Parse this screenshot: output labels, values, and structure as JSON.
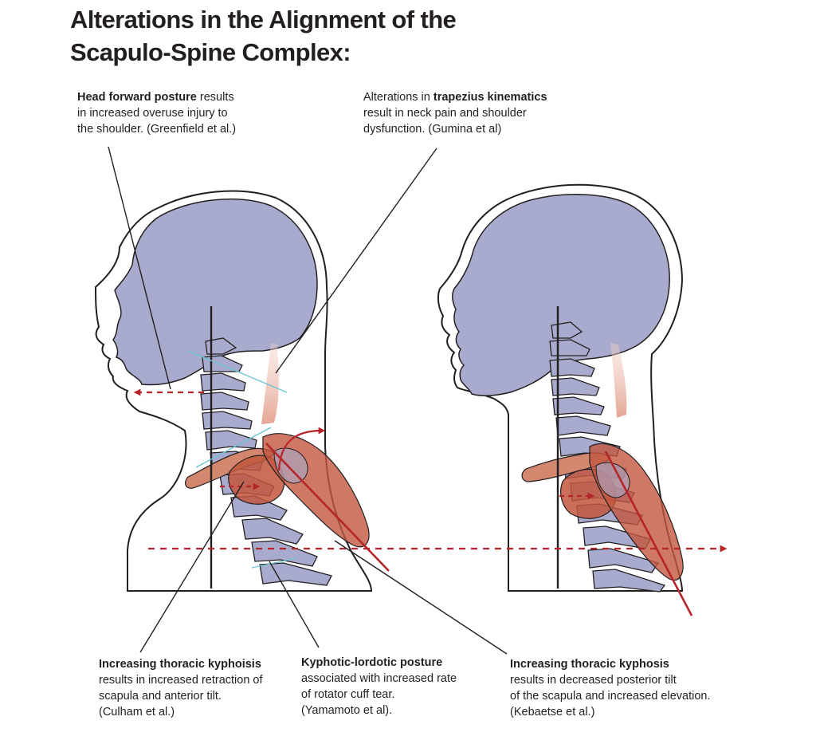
{
  "title": {
    "line1": "Alterations in the Alignment of the",
    "line2": "Scapulo-Spine Complex:"
  },
  "annotations": {
    "head_forward": {
      "bold": "Head forward posture",
      "line1_rest": " results",
      "line2": "in increased overuse injury to",
      "line3": "the shoulder. (Greenfield et al.)"
    },
    "trapezius": {
      "line1_pre": "Alterations in ",
      "bold": "trapezius kinematics",
      "line2": "result in neck pain and shoulder",
      "line3": "dysfunction. (Gumina et al)"
    },
    "thoracic_kyphoisis": {
      "bold": "Increasing thoracic kyphoisis",
      "line2": "results in increased retraction of",
      "line3": "scapula and anterior tilt.",
      "line4": "(Culham et al.)"
    },
    "kyphotic_lordotic": {
      "bold": "Kyphotic-lordotic posture",
      "line2": "associated with increased rate",
      "line3": "of rotator cuff tear.",
      "line4": "(Yamamoto et al)."
    },
    "thoracic_kyphosis": {
      "bold": "Increasing thoracic kyphosis",
      "line2": "results in decreased posterior tilt",
      "line3": "of the scapula and increased elevation.",
      "line4": "(Kebaetse et al.)"
    }
  },
  "colors": {
    "skull": "#a9abce",
    "skull_stroke": "#231f20",
    "vertebra": "#a9abce",
    "muscle": "#c2563e",
    "muscle_light": "#e3a18f",
    "arrow": "#b5252a",
    "reference_line": "#6cc6d2",
    "outline": "#231f20"
  }
}
